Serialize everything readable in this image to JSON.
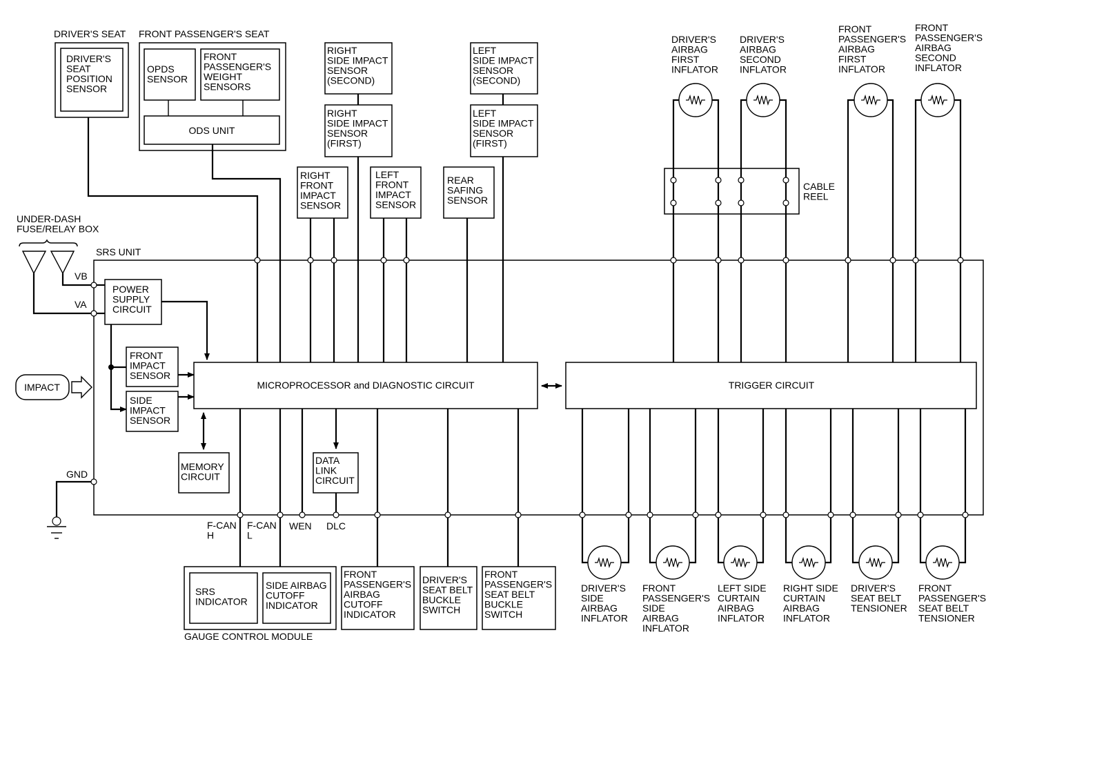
{
  "labels": {
    "drivers_seat": "DRIVER'S SEAT",
    "front_passengers_seat": "FRONT PASSENGER'S SEAT",
    "drivers_seat_position_sensor": [
      "DRIVER'S",
      "SEAT",
      "POSITION",
      "SENSOR"
    ],
    "opds_sensor": [
      "OPDS",
      "SENSOR"
    ],
    "front_passenger_weight_sensors": [
      "FRONT",
      "PASSENGER'S",
      "WEIGHT",
      "SENSORS"
    ],
    "ods_unit": "ODS UNIT",
    "right_side_impact_sensor_second": [
      "RIGHT",
      "SIDE IMPACT",
      "SENSOR",
      "(SECOND)"
    ],
    "right_side_impact_sensor_first": [
      "RIGHT",
      "SIDE IMPACT",
      "SENSOR",
      "(FIRST)"
    ],
    "left_side_impact_sensor_second": [
      "LEFT",
      "SIDE IMPACT",
      "SENSOR",
      "(SECOND)"
    ],
    "left_side_impact_sensor_first": [
      "LEFT",
      "SIDE IMPACT",
      "SENSOR",
      "(FIRST)"
    ],
    "right_front_impact_sensor": [
      "RIGHT",
      "FRONT",
      "IMPACT",
      "SENSOR"
    ],
    "left_front_impact_sensor": [
      "LEFT",
      "FRONT",
      "IMPACT",
      "SENSOR"
    ],
    "rear_safing_sensor": [
      "REAR",
      "SAFING",
      "SENSOR"
    ],
    "drivers_airbag_first_inflator": [
      "DRIVER'S",
      "AIRBAG",
      "FIRST",
      "INFLATOR"
    ],
    "drivers_airbag_second_inflator": [
      "DRIVER'S",
      "AIRBAG",
      "SECOND",
      "INFLATOR"
    ],
    "front_passengers_airbag_first_inflator": [
      "FRONT",
      "PASSENGER'S",
      "AIRBAG",
      "FIRST",
      "INFLATOR"
    ],
    "front_passengers_airbag_second_inflator": [
      "FRONT",
      "PASSENGER'S",
      "AIRBAG",
      "SECOND",
      "INFLATOR"
    ],
    "cable_reel": [
      "CABLE",
      "REEL"
    ],
    "under_dash_fuse_box": [
      "UNDER-DASH",
      "FUSE/RELAY BOX"
    ],
    "srs_unit": "SRS UNIT",
    "vb": "VB",
    "va": "VA",
    "gnd": "GND",
    "power_supply_circuit": [
      "POWER",
      "SUPPLY",
      "CIRCUIT"
    ],
    "front_impact_sensor": [
      "FRONT",
      "IMPACT",
      "SENSOR"
    ],
    "side_impact_sensor": [
      "SIDE",
      "IMPACT",
      "SENSOR"
    ],
    "impact": "IMPACT",
    "microprocessor": "MICROPROCESSOR and DIAGNOSTIC CIRCUIT",
    "trigger_circuit": "TRIGGER CIRCUIT",
    "memory_circuit": [
      "MEMORY",
      "CIRCUIT"
    ],
    "data_link_circuit": [
      "DATA",
      "LINK",
      "CIRCUIT"
    ],
    "f_can_h": [
      "F-CAN",
      "H"
    ],
    "f_can_l": [
      "F-CAN",
      "L"
    ],
    "wen": "WEN",
    "dlc": "DLC",
    "srs_indicator": [
      "SRS",
      "INDICATOR"
    ],
    "side_airbag_cutoff_indicator": [
      "SIDE AIRBAG",
      "CUTOFF",
      "INDICATOR"
    ],
    "gauge_control_module": "GAUGE CONTROL MODULE",
    "front_passengers_airbag_cutoff_indicator": [
      "FRONT",
      "PASSENGER'S",
      "AIRBAG",
      "CUTOFF",
      "INDICATOR"
    ],
    "drivers_seat_belt_buckle_switch": [
      "DRIVER'S",
      "SEAT BELT",
      "BUCKLE",
      "SWITCH"
    ],
    "front_passengers_seat_belt_buckle_switch": [
      "FRONT",
      "PASSENGER'S",
      "SEAT BELT",
      "BUCKLE",
      "SWITCH"
    ],
    "drivers_side_airbag_inflator": [
      "DRIVER'S",
      "SIDE",
      "AIRBAG",
      "INFLATOR"
    ],
    "front_passengers_side_airbag_inflator": [
      "FRONT",
      "PASSENGER'S",
      "SIDE",
      "AIRBAG",
      "INFLATOR"
    ],
    "left_side_curtain_airbag_inflator": [
      "LEFT SIDE",
      "CURTAIN",
      "AIRBAG",
      "INFLATOR"
    ],
    "right_side_curtain_airbag_inflator": [
      "RIGHT SIDE",
      "CURTAIN",
      "AIRBAG",
      "INFLATOR"
    ],
    "drivers_seat_belt_tensioner": [
      "DRIVER'S",
      "SEAT BELT",
      "TENSIONER"
    ],
    "front_passengers_seat_belt_tensioner": [
      "FRONT",
      "PASSENGER'S",
      "SEAT BELT",
      "TENSIONER"
    ]
  }
}
